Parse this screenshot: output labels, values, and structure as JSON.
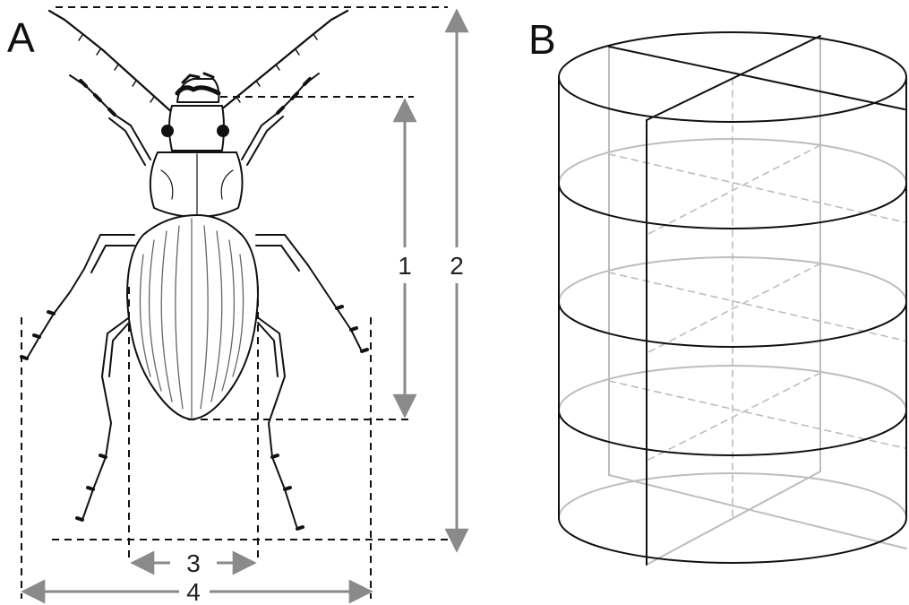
{
  "panels": {
    "a": {
      "label": "A"
    },
    "b": {
      "label": "B"
    }
  },
  "measurements": [
    {
      "id": "1",
      "label": "1"
    },
    {
      "id": "2",
      "label": "2"
    },
    {
      "id": "3",
      "label": "3"
    },
    {
      "id": "4",
      "label": "4"
    }
  ],
  "cylinder": {
    "sections": 4,
    "quarters": 4
  },
  "colors": {
    "outline": "#111111",
    "measure_arrow": "#888888",
    "hidden_line": "#bdbdbd"
  }
}
